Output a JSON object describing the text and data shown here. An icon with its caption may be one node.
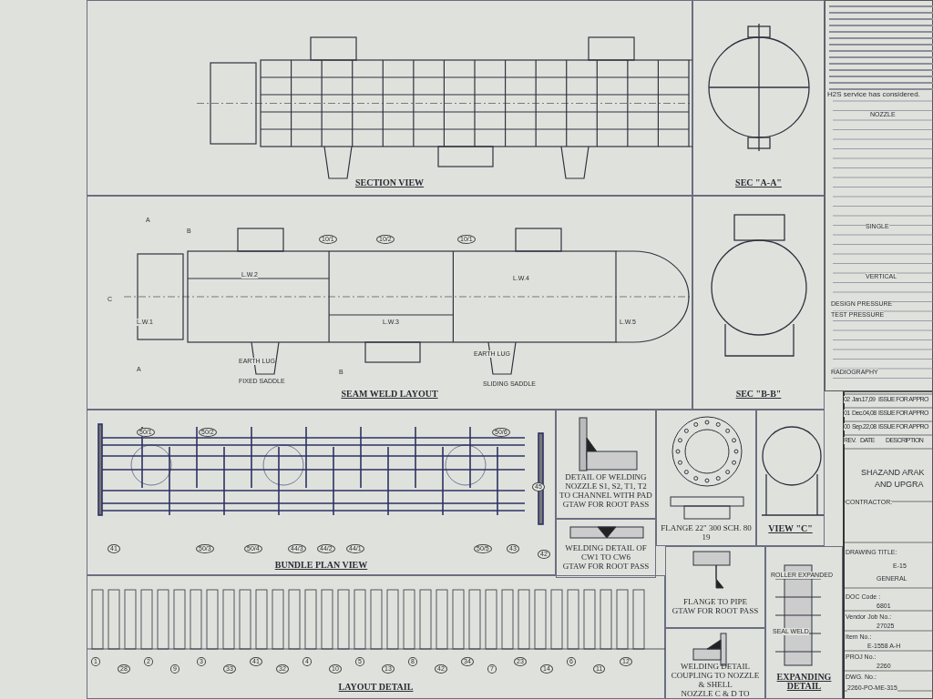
{
  "diagram": {
    "nodes": [
      {
        "text": [
          "SECTION VIEW"
        ]
      },
      {
        "text": [
          "SEC \"A-A\""
        ]
      },
      {
        "text": [
          "SEAM WELD LAYOUT"
        ]
      },
      {
        "text": [
          "SEC \"B-B\""
        ]
      },
      {
        "text": [
          "BUNDLE PLAN VIEW"
        ]
      },
      {
        "text": [
          "DETAIL OF WELDING NOZZLE S1, S2, T1, T2 TO CHANNEL WITH PAD",
          "GTAW FOR ROOT PASS"
        ]
      },
      {
        "text": [
          "WELDING DETAIL OF CW1 TO CW6",
          "GTAW FOR ROOT PASS"
        ]
      },
      {
        "text": [
          "FLANGE 22\" 300 SCH. 80",
          "19"
        ]
      },
      {
        "text": [
          "VIEW \"C\""
        ]
      },
      {
        "text": [
          "LAYOUT DETAIL"
        ]
      },
      {
        "text": [
          "FLANGE TO PIPE",
          "GTAW FOR ROOT PASS"
        ]
      },
      {
        "text": [
          "WELDING DETAIL COUPLING TO NOZZLE & SHELL",
          "NOZZLE C & D TO SHELL"
        ]
      },
      {
        "text": [
          "EXPANDING DETAIL"
        ]
      }
    ],
    "labels": [
      "A",
      "B",
      "10/1",
      "10/2",
      "10/1",
      "L.W.2",
      "L.W.4",
      "C",
      "L.W.1",
      "L.W.3",
      "L.W.5",
      "EARTH LUG",
      "EARTH LUG",
      "FIXED SADDLE",
      "SLIDING SADDLE",
      "A",
      "B",
      "50/1",
      "50/2",
      "50/6",
      "45",
      "50/3",
      "50/4",
      "44/3",
      "44/2",
      "44/1",
      "50/5",
      "43",
      "42",
      "41",
      "1",
      "28",
      "2",
      "9",
      "3",
      "33",
      "41",
      "32",
      "4",
      "10",
      "5",
      "13",
      "8",
      "42",
      "34",
      "7",
      "23",
      "14",
      "6",
      "11",
      "12",
      "ROLLER EXPANDED",
      "SEAL WELD",
      "H2S service has considered.",
      "NOZZLE",
      "SINGLE",
      "VERTICAL",
      "DESIGN PRESSURE",
      "TEST PRESSURE",
      "RADIOGRAPHY",
      "02",
      "Jan.17,09",
      "ISSUE FOR APPRO",
      "01",
      "Dec.04,08",
      "ISSUE FOR APPRO",
      "00",
      "Sep.22,08",
      "ISSUE FOR APPRO",
      "REV.",
      "DATE",
      "DESCRIPTION",
      "SHAZAND ARAK",
      "AND UPGRA",
      "CONTRACTOR:",
      "DRAWING TITLE:",
      "E-15",
      "GENERAL",
      "DOC Code :",
      "6801",
      "Vendor Job No.:",
      "27025",
      "Item No.:",
      "E-1558 A-H",
      "PROJ No.:",
      "2260",
      "DWG. No.:",
      "2260-PO-ME-315"
    ]
  }
}
